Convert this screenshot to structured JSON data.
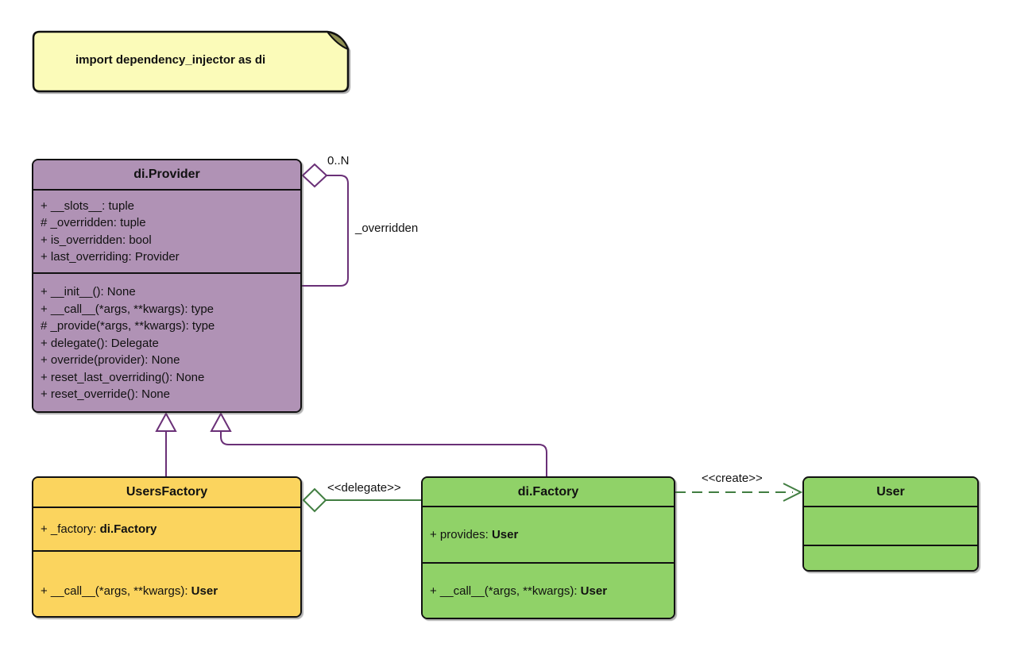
{
  "note": {
    "text": "import dependency_injector as di"
  },
  "labels": {
    "multiplicity": "0..N",
    "overridden": "_overridden",
    "delegate": "<<delegate>>",
    "create": "<<create>>"
  },
  "colors": {
    "provider_fill": "#B092B5",
    "users_factory_fill": "#FBD45E",
    "factory_fill": "#90D268",
    "user_fill": "#90D268",
    "note_fill": "#FBFBB9",
    "purple_line": "#6A3077",
    "green_line": "#417E41",
    "border": "#111111"
  },
  "classes": {
    "provider": {
      "name": "di.Provider",
      "attributes": [
        "+ __slots__: tuple",
        "# _overridden: tuple",
        "+ is_overridden: bool",
        "+ last_overriding: Provider"
      ],
      "methods": [
        "+ __init__(): None",
        "+ __call__(*args, **kwargs): type",
        "# _provide(*args, **kwargs): type",
        "+ delegate(): Delegate",
        "+ override(provider): None",
        "+ reset_last_overriding(): None",
        "+ reset_override(): None"
      ]
    },
    "users_factory": {
      "name": "UsersFactory",
      "attributes": [
        {
          "prefix": "+ _factory: ",
          "type": "di.Factory"
        }
      ],
      "methods": [
        {
          "prefix": "+ __call__(*args, **kwargs): ",
          "type": "User"
        }
      ]
    },
    "factory": {
      "name": "di.Factory",
      "attributes": [
        {
          "prefix": "+ provides: ",
          "type": "User"
        }
      ],
      "methods": [
        {
          "prefix": "+ __call__(*args, **kwargs): ",
          "type": "User"
        }
      ]
    },
    "user": {
      "name": "User"
    }
  }
}
